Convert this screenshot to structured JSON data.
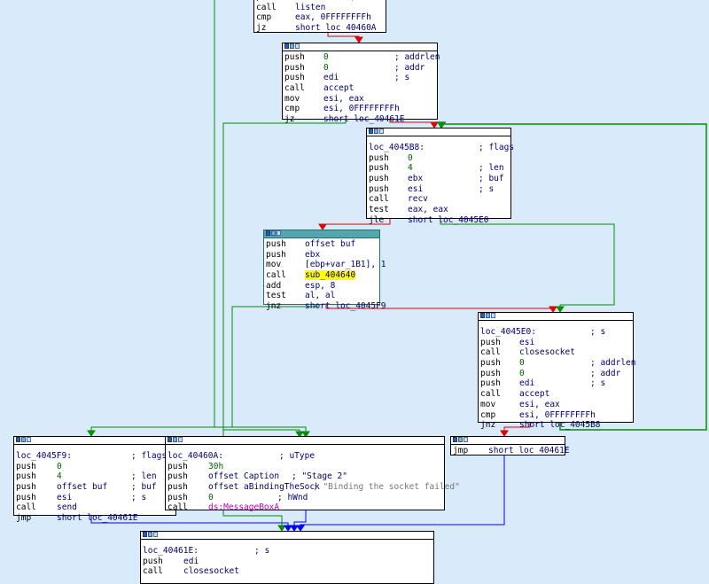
{
  "ui": {
    "background": "#d9eafa",
    "edge_colors": {
      "true": "#009000",
      "false": "#e00000",
      "unconditional": "#0000ff"
    },
    "header_icons": [
      "graph-node-icon",
      "graph-text-icon",
      "graph-list-icon"
    ]
  },
  "nodes": {
    "n0": {
      "lines": [
        {
          "mn": "push",
          "op": "ebx",
          "cm": "; s"
        },
        {
          "mn": "call",
          "op": "listen"
        },
        {
          "mn": "cmp",
          "op": "eax, 0FFFFFFFFh"
        },
        {
          "mn": "jz",
          "op": "short loc_40460A"
        }
      ]
    },
    "n1": {
      "lines": [
        {
          "mn": "push",
          "op": "0",
          "cm": "; addrlen"
        },
        {
          "mn": "push",
          "op": "0",
          "cm": "; addr"
        },
        {
          "mn": "push",
          "op": "edi",
          "cm": "; s"
        },
        {
          "mn": "call",
          "op": "accept"
        },
        {
          "mn": "mov",
          "op": "esi, eax"
        },
        {
          "mn": "cmp",
          "op": "esi, 0FFFFFFFFh"
        },
        {
          "mn": "jz",
          "op": "short loc_40461E"
        }
      ]
    },
    "n2": {
      "label": "loc_4045B8:",
      "label_cm": "; flags",
      "lines": [
        {
          "mn": "push",
          "op": "0"
        },
        {
          "mn": "push",
          "op": "4",
          "cm": "; len"
        },
        {
          "mn": "push",
          "op": "ebx",
          "cm": "; buf"
        },
        {
          "mn": "push",
          "op": "esi",
          "cm": "; s"
        },
        {
          "mn": "call",
          "op": "recv"
        },
        {
          "mn": "test",
          "op": "eax, eax"
        },
        {
          "mn": "jle",
          "op": "short loc_4045E0"
        }
      ]
    },
    "n3": {
      "lines": [
        {
          "mn": "push",
          "op": "offset buf"
        },
        {
          "mn": "push",
          "op": "ebx"
        },
        {
          "mn": "mov",
          "op": "[ebp+var_1B1], 1"
        },
        {
          "mn": "call",
          "op": "sub_404640"
        },
        {
          "mn": "add",
          "op": "esp, 8"
        },
        {
          "mn": "test",
          "op": "al, al"
        },
        {
          "mn": "jnz",
          "op": "short loc_4045F9"
        }
      ]
    },
    "n4": {
      "label": "loc_4045E0:",
      "label_cm": "; s",
      "lines": [
        {
          "mn": "push",
          "op": "esi"
        },
        {
          "mn": "call",
          "op": "closesocket"
        },
        {
          "mn": "push",
          "op": "0",
          "cm": "; addrlen"
        },
        {
          "mn": "push",
          "op": "0",
          "cm": "; addr"
        },
        {
          "mn": "push",
          "op": "edi",
          "cm": "; s"
        },
        {
          "mn": "call",
          "op": "accept"
        },
        {
          "mn": "mov",
          "op": "esi, eax"
        },
        {
          "mn": "cmp",
          "op": "esi, 0FFFFFFFFh"
        },
        {
          "mn": "jnz",
          "op": "short loc_4045B8"
        }
      ]
    },
    "n5": {
      "label": "loc_4045F9:",
      "label_cm": "; flags",
      "lines": [
        {
          "mn": "push",
          "op": "0"
        },
        {
          "mn": "push",
          "op": "4",
          "cm": "; len"
        },
        {
          "mn": "push",
          "op": "offset buf",
          "cm": "; buf"
        },
        {
          "mn": "push",
          "op": "esi",
          "cm": "; s"
        },
        {
          "mn": "call",
          "op": "send"
        },
        {
          "mn": "jmp",
          "op": "short loc_40461E"
        }
      ]
    },
    "n6": {
      "label": "loc_40460A:",
      "label_cm": "; uType",
      "lines": [
        {
          "mn": "push",
          "op": "30h"
        },
        {
          "mn": "push",
          "op": "offset Caption",
          "cm": "; \"Stage 2\""
        },
        {
          "mn": "push",
          "op": "offset aBindingTheSock",
          "cm": "; \"Binding the socket failed\""
        },
        {
          "mn": "push",
          "op": "0",
          "cm": "; hWnd"
        },
        {
          "mn": "call",
          "op": "ds:MessageBoxA"
        }
      ]
    },
    "n7": {
      "lines": [
        {
          "mn": "jmp",
          "op": "short loc_40461E"
        }
      ]
    },
    "n8": {
      "label": "loc_40461E:",
      "label_cm": "; s",
      "lines": [
        {
          "mn": "push",
          "op": "edi"
        },
        {
          "mn": "call",
          "op": "closesocket"
        }
      ]
    }
  }
}
